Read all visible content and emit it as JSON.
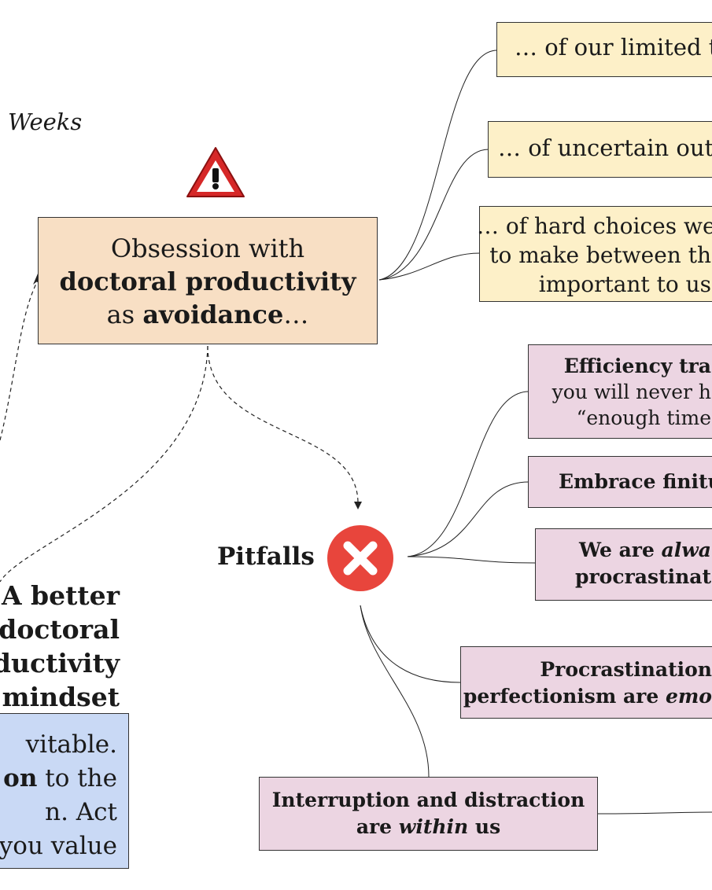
{
  "top_label": "Weeks",
  "central": {
    "line1": "Obsession with",
    "line2_bold": "doctoral productivity",
    "line3_pre": "as ",
    "line3_bold": "avoidance",
    "line3_post": "…"
  },
  "yellow_items": [
    {
      "text": "… of our limited ti"
    },
    {
      "text": "… of uncertain outc"
    },
    {
      "line1": "… of hard choices we",
      "line2": "to make between th",
      "line3": "important to us"
    }
  ],
  "pitfalls_label": "Pitfalls",
  "pink_items": {
    "efficiency": {
      "line1": "Efficiency tra",
      "line2": "you will never h",
      "line3": "“enough time"
    },
    "finitude": {
      "text": "Embrace finitu"
    },
    "always": {
      "pre": "We are ",
      "ital": "alwa",
      "line2": "procrastinat"
    },
    "procrastination": {
      "line1": "Procrastination",
      "line2_pre": "perfectionism are ",
      "line2_ital": "emo"
    },
    "interruption": {
      "line1": "Interruption and distraction",
      "line2_pre": "are ",
      "line2_ital": "within",
      "line2_post": " us"
    }
  },
  "better_mindset": {
    "line1": "A better",
    "line2": "doctoral",
    "line3": "ductivity",
    "line4": "mindset"
  },
  "blue_box": {
    "line1": "vitable.",
    "line2_bold": "on",
    "line2_rest": " to the",
    "line3": "n. Act",
    "line4": "you value"
  },
  "colors": {
    "yellow": "#fdf0c8",
    "peach": "#f8dfc4",
    "pink": "#ecd5e2",
    "blue": "#c9d9f5",
    "warning_red": "#d62828",
    "cross_red": "#e8453c"
  },
  "icons": [
    "warning-icon",
    "cross-icon"
  ]
}
